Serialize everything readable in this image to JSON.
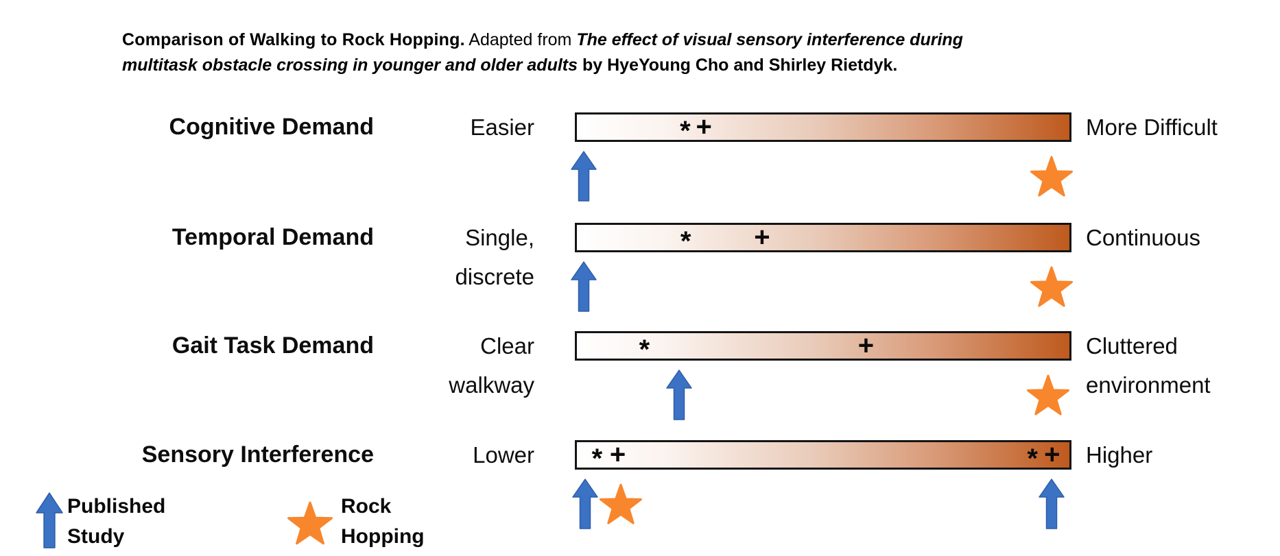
{
  "title": {
    "heading": "Comparison of Walking to Rock Hopping.",
    "adapted": "Adapted from",
    "source_line1": "The effect of visual sensory interference during",
    "source_line2": "multitask obstacle crossing in younger and older adults",
    "authors": "by HyeYoung Cho and Shirley Rietdyk."
  },
  "colors": {
    "bar_gradient_start": "#FFFFFF",
    "bar_gradient_mid": "#E9CBB9",
    "bar_gradient_end": "#BE5A1E",
    "bar_border": "#141414",
    "arrow_blue_fill": "#3B72C4",
    "arrow_blue_stroke": "#2E5DA9",
    "star_orange": "#F8862D",
    "text": "#0D0D0D"
  },
  "rows": [
    {
      "label": "Cognitive Demand",
      "left_lines": [
        "Easier"
      ],
      "right_lines": [
        "More Difficult"
      ],
      "bar_markers": [
        {
          "symbol": "*",
          "pos_pct": 22.0
        },
        {
          "symbol": "+",
          "pos_pct": 25.8
        }
      ],
      "below_markers": [
        {
          "type": "published-study-arrow",
          "pos_pct": 1.8
        },
        {
          "type": "rock-hopping-star",
          "pos_pct": 96.0
        }
      ]
    },
    {
      "label": "Temporal Demand",
      "left_lines": [
        "Single,",
        "discrete"
      ],
      "right_lines": [
        "Continuous"
      ],
      "bar_markers": [
        {
          "symbol": "*",
          "pos_pct": 22.1
        },
        {
          "symbol": "+",
          "pos_pct": 37.6
        }
      ],
      "below_markers": [
        {
          "type": "published-study-arrow",
          "pos_pct": 1.8
        },
        {
          "type": "rock-hopping-star",
          "pos_pct": 96.0
        }
      ]
    },
    {
      "label": "Gait Task Demand",
      "left_lines": [
        "Clear",
        "walkway"
      ],
      "right_lines": [
        "Cluttered",
        "environment"
      ],
      "bar_markers": [
        {
          "symbol": "*",
          "pos_pct": 13.7
        },
        {
          "symbol": "+",
          "pos_pct": 58.7
        }
      ],
      "below_markers": [
        {
          "type": "published-study-arrow",
          "pos_pct": 21.0
        },
        {
          "type": "rock-hopping-star",
          "pos_pct": 95.3
        }
      ]
    },
    {
      "label": "Sensory Interference",
      "left_lines": [
        "Lower"
      ],
      "right_lines": [
        "Higher"
      ],
      "bar_markers": [
        {
          "symbol": "*",
          "pos_pct": 4.1
        },
        {
          "symbol": "+",
          "pos_pct": 8.3
        },
        {
          "symbol": "*",
          "pos_pct": 92.5
        },
        {
          "symbol": "+",
          "pos_pct": 96.5
        }
      ],
      "below_markers": [
        {
          "type": "published-study-arrow",
          "pos_pct": 2.1
        },
        {
          "type": "rock-hopping-star",
          "pos_pct": 9.3
        },
        {
          "type": "published-study-arrow",
          "pos_pct": 96.0
        }
      ]
    }
  ],
  "legend": {
    "published_study": {
      "line1": "Published",
      "line2": "Study"
    },
    "rock_hopping": {
      "line1": "Rock",
      "line2": "Hopping"
    }
  }
}
